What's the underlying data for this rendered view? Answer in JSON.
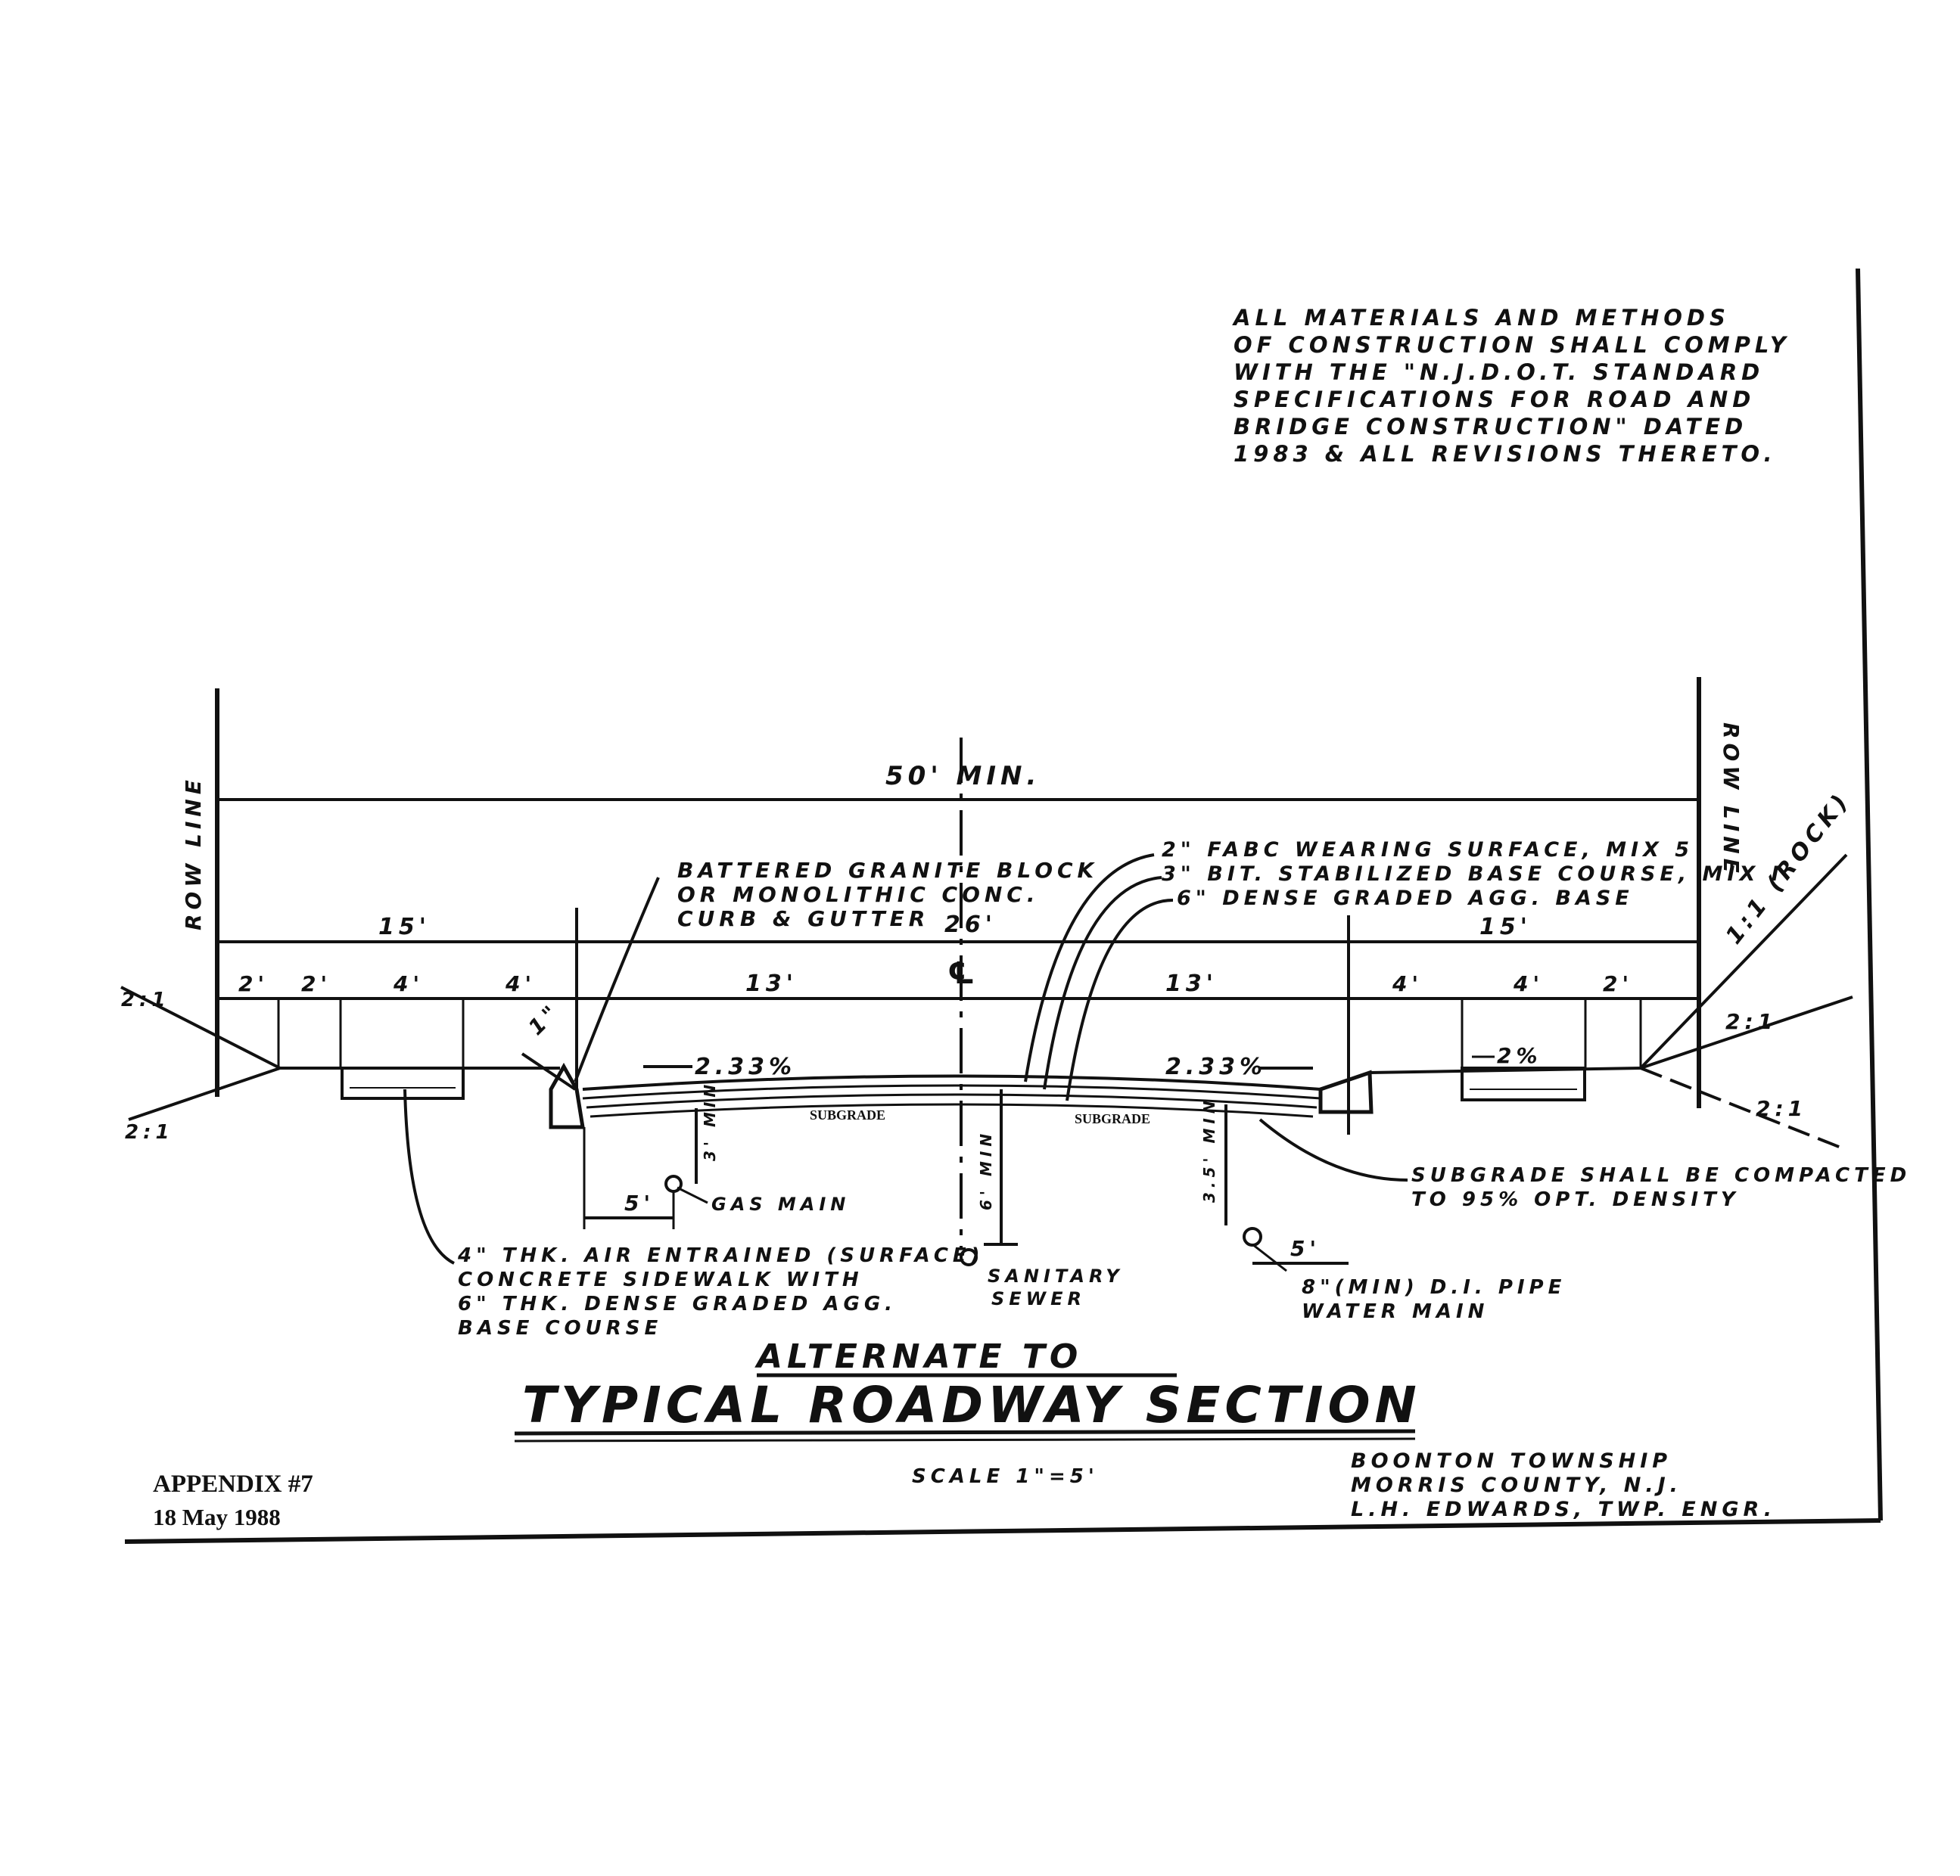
{
  "general_note": {
    "lines": [
      "ALL MATERIALS AND METHODS",
      "OF CONSTRUCTION SHALL COMPLY",
      "WITH THE \"N.J.D.O.T. STANDARD",
      "SPECIFICATIONS FOR ROAD AND",
      "BRIDGE CONSTRUCTION\" DATED",
      "1983 & ALL REVISIONS THERETO."
    ]
  },
  "row_line_left": "ROW LINE",
  "row_line_right": "ROW LINE",
  "dimensions": {
    "overall": "50' MIN.",
    "half_left": "15'",
    "half_right": "15'",
    "center_total": "26'",
    "row_segments": [
      "2'",
      "2'",
      "4'",
      "4'",
      "13'",
      "13'",
      "4'",
      "4'",
      "2'"
    ],
    "centerline_symbol": "℄",
    "slope_left_outer": "2:1",
    "slope_left_lower": "2:1",
    "slope_right_upper": "2:1",
    "slope_right_lower": "2:1",
    "slope_rock": "1:1 (ROCK)",
    "curb_batter": "1\"",
    "crossfall_left": "2.33%",
    "crossfall_right": "2.33%",
    "sidewalk_slope": "2%",
    "gas_offset": "5'",
    "water_offset": "5'",
    "gas_depth": "3' MIN",
    "sewer_depth": "6' MIN",
    "water_depth": "3.5' MIN",
    "subgrade_left_mark": "SUBGRADE",
    "subgrade_right_mark": "SUBGRADE"
  },
  "callouts": {
    "curb": [
      "BATTERED GRANITE BLOCK",
      "OR MONOLITHIC CONC.",
      "CURB & GUTTER"
    ],
    "pavement": [
      "2\" FABC WEARING SURFACE, MIX 5",
      "3\" BIT. STABILIZED BASE COURSE, MIX I",
      "6\" DENSE GRADED AGG. BASE"
    ],
    "sidewalk": [
      "4\" THK. AIR ENTRAINED (SURFACE)",
      "CONCRETE SIDEWALK WITH",
      "6\" THK. DENSE GRADED AGG.",
      "BASE COURSE"
    ],
    "gas": "GAS MAIN",
    "sewer": [
      "SANITARY",
      "SEWER"
    ],
    "water": [
      "8\"(MIN) D.I. PIPE",
      "WATER MAIN"
    ],
    "subgrade": [
      "SUBGRADE SHALL BE COMPACTED",
      "TO 95% OPT. DENSITY"
    ]
  },
  "title": {
    "line1": "ALTERNATE TO",
    "line2": "TYPICAL ROADWAY SECTION",
    "scale": "SCALE 1\"=5'"
  },
  "appendix": {
    "label": "APPENDIX #7",
    "date": "18 May 1988"
  },
  "owner": {
    "lines": [
      "BOONTON TOWNSHIP",
      "MORRIS COUNTY, N.J.",
      "L.H. EDWARDS, TWP. ENGR."
    ]
  }
}
